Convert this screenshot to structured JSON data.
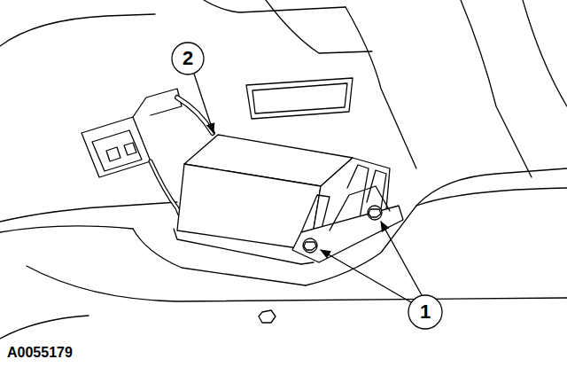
{
  "diagram": {
    "labels": [
      "2",
      "1",
      "A0055179"
    ]
  }
}
